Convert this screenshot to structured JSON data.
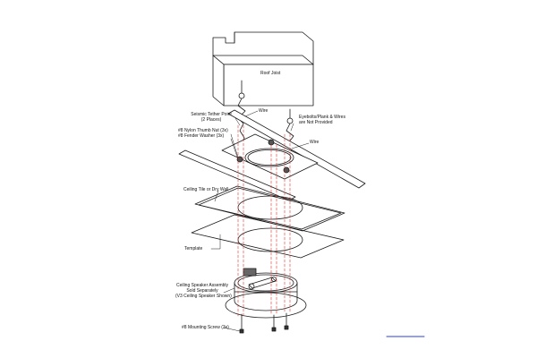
{
  "labels": {
    "roof_joist": "Roof Joist",
    "wire_upper": "Wire",
    "seismic_tether_1": "Seismic Tether Point",
    "seismic_tether_2": "(2 Places)",
    "thumb_nut": "#8 Nylon Thumb Nut (3x)",
    "fender_washer": "#8 Fender Washer (3x)",
    "eyebolts_1": "Eyebolts/Plank & Wires",
    "eyebolts_2": "are Not Provided",
    "wire_right": "Wire",
    "ceiling_tile": "Ceiling Tile or Dry Wall",
    "template": "Template",
    "speaker_1": "Ceiling Speaker Assembly",
    "speaker_2": "Sold Separately",
    "speaker_3": "(V3 Ceiling Speaker Shown)",
    "mounting_screw": "#8 Mounting Screw (3x)"
  },
  "colors": {
    "line": "#1a1a1a",
    "guide": "#e0322f",
    "accent": "#2b3fd6"
  }
}
